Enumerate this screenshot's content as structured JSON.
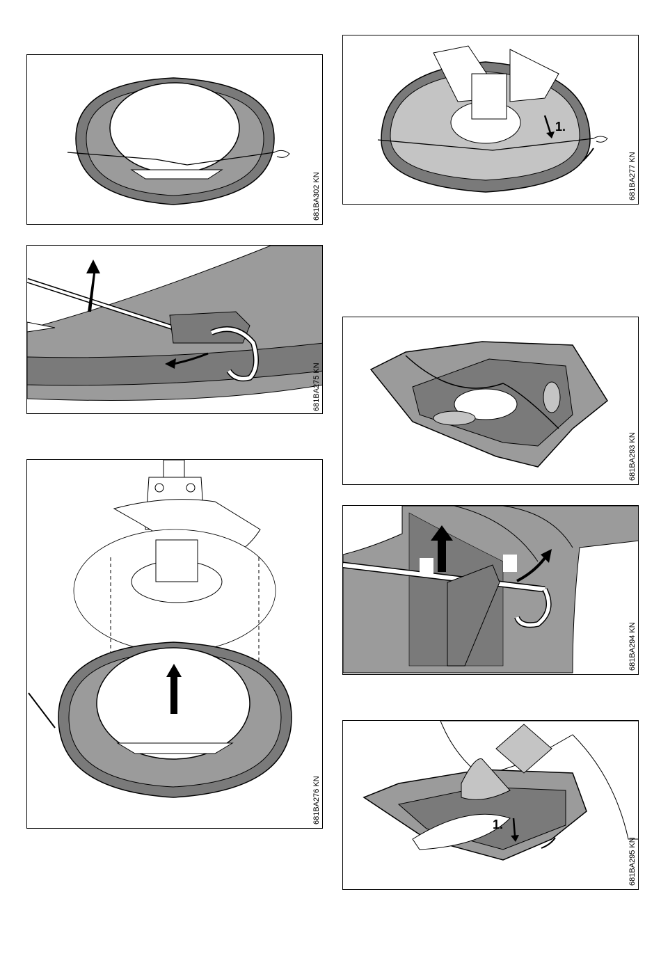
{
  "figures": [
    {
      "id": "fig-ring-wire",
      "code": "681BA302 KN"
    },
    {
      "id": "fig-wire-hook",
      "code": "681BA275 KN"
    },
    {
      "id": "fig-ring-mount",
      "code": "681BA276 KN"
    },
    {
      "id": "fig-guard-wire",
      "code": "681BA277 KN",
      "step": "1."
    },
    {
      "id": "fig-cover-wire",
      "code": "681BA293 KN"
    },
    {
      "id": "fig-wire-loop",
      "code": "681BA294 KN"
    },
    {
      "id": "fig-cover-mount",
      "code": "681BA295 KN",
      "step": "1."
    }
  ],
  "colors": {
    "ring_dark": "#7a7a7a",
    "ring_mid": "#9b9b9b",
    "ring_light": "#c4c4c4",
    "stroke": "#000000"
  }
}
